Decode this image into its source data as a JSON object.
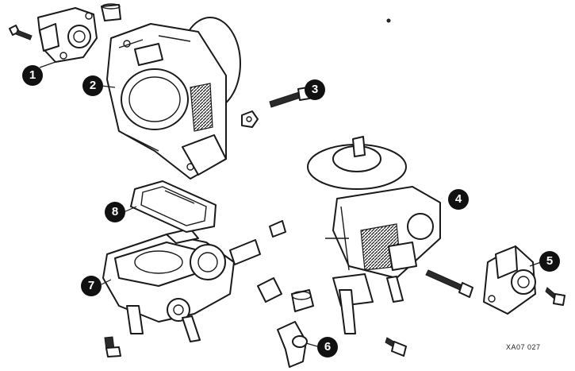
{
  "callouts": [
    {
      "id": "1",
      "label": "1"
    },
    {
      "id": "2",
      "label": "2"
    },
    {
      "id": "3",
      "label": "3"
    },
    {
      "id": "4",
      "label": "4"
    },
    {
      "id": "5",
      "label": "5"
    },
    {
      "id": "6",
      "label": "6"
    },
    {
      "id": "7",
      "label": "7"
    },
    {
      "id": "8",
      "label": "8"
    }
  ],
  "figure_code": "XA07 027",
  "colors": {
    "line": "#1a1a1a",
    "callout_bg": "#111111",
    "callout_text": "#ffffff",
    "background": "#ffffff"
  }
}
